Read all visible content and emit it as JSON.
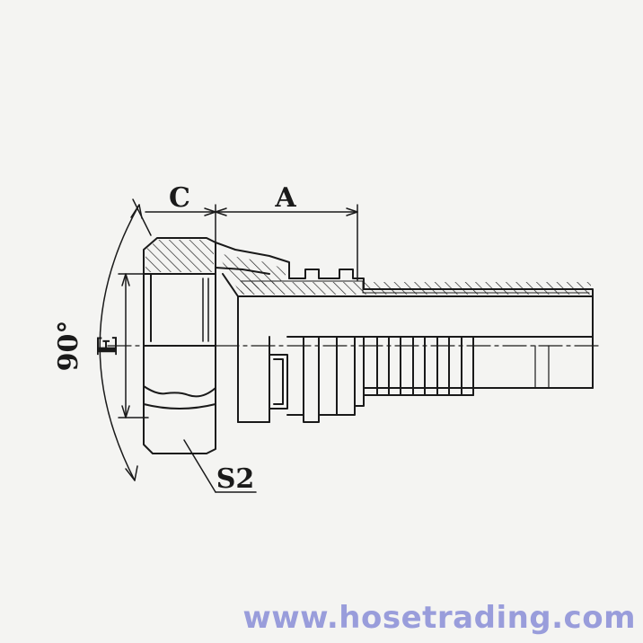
{
  "labels": {
    "c": "C",
    "a": "A",
    "e": "E",
    "angle": "90°",
    "s2": "S2"
  },
  "watermark": "www.hosetrading.com",
  "colors": {
    "line": "#1a1a1a",
    "background": "#f4f4f2",
    "watermark": "#8a8fd8"
  }
}
